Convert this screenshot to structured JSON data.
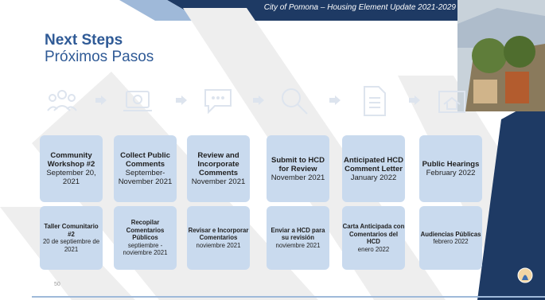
{
  "banner": {
    "text": "City of Pomona – Housing Element Update 2021-2029"
  },
  "title": {
    "english": "Next Steps",
    "spanish": "Próximos Pasos"
  },
  "page_number": "50",
  "colors": {
    "title": "#2f5a96",
    "box": "#c9daee",
    "banner": "#1e3a64",
    "watermark": "#eeeeee"
  },
  "process_icons": [
    "people-icon",
    "laptop-icon",
    "chat-icon",
    "magnifier-icon",
    "document-icon",
    "house-icon"
  ],
  "steps": [
    {
      "en_title": "Community Workshop #2",
      "en_date": "September 20, 2021",
      "es_title": "Taller Comunitario #2",
      "es_date": "20 de septiembre de 2021"
    },
    {
      "en_title": "Collect Public Comments",
      "en_date": "September-November 2021",
      "es_title": "Recopilar Comentarios Públicos",
      "es_date": "septiembre - noviembre 2021"
    },
    {
      "en_title": "Review and Incorporate Comments",
      "en_date": "November 2021",
      "es_title": "Revisar e Incorporar Comentarios",
      "es_date": "noviembre 2021"
    },
    {
      "en_title": "Submit to HCD for Review",
      "en_date": "November 2021",
      "es_title": "Enviar a HCD para su revisión",
      "es_date": "noviembre 2021"
    },
    {
      "en_title": "Anticipated HCD Comment Letter",
      "en_date": "January 2022",
      "es_title": "Carta Anticipada con Comentarios del HCD",
      "es_date": "enero 2022"
    },
    {
      "en_title": "Public Hearings",
      "en_date": "February 2022",
      "es_title": "Audiencias Públicas",
      "es_date": "febrero 2022"
    }
  ]
}
